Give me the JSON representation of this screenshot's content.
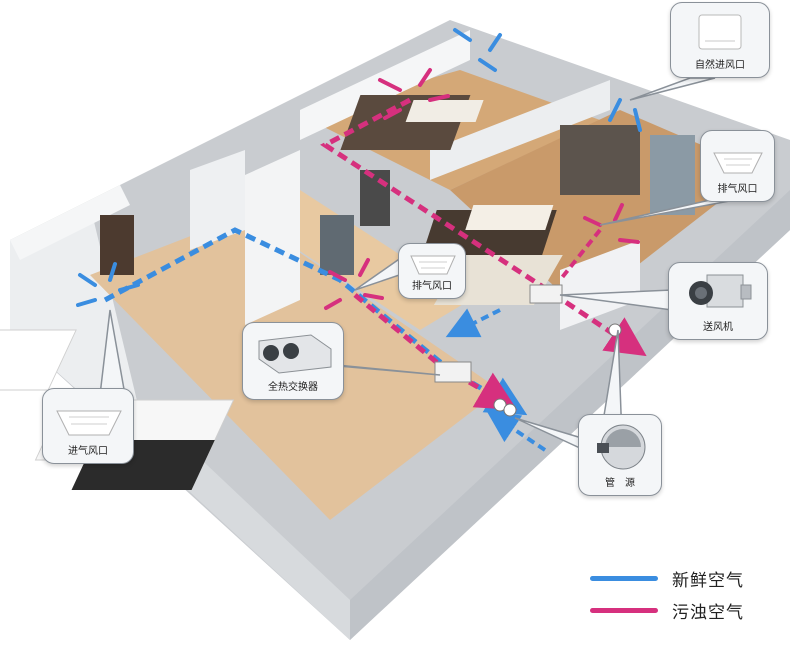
{
  "labels": {
    "natural_inlet": "自然进风口",
    "exhaust_vent_bedroom": "排气风口",
    "exhaust_vent_hall": "排气风口",
    "supply_fan": "送风机",
    "heat_exchanger": "全热交换器",
    "inlet_vent": "进气风口",
    "pipe_source": "管　源"
  },
  "legend": {
    "fresh_air": "新鲜空气",
    "polluted_air": "污浊空气"
  },
  "colors": {
    "fresh_air": "#3a8de0",
    "polluted_air": "#d6307e",
    "wall": "#e6e7e9",
    "floor": "#d9b487",
    "callout_border": "#8a9199"
  }
}
